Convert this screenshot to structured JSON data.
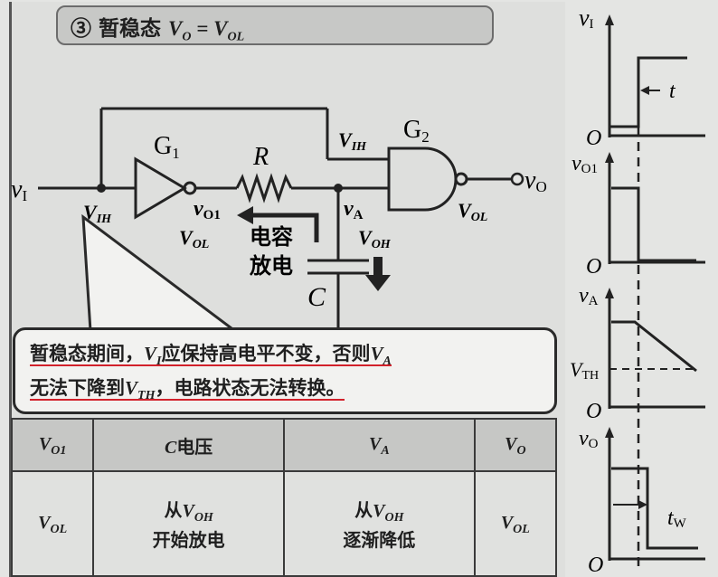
{
  "title": {
    "marker": "③",
    "text": "暂稳态 ",
    "eq": "V<sub>O</sub> = V<sub>OL</sub>"
  },
  "circuit": {
    "input_label": "v",
    "input_sub": "I",
    "node_label_vih": "V",
    "node_label_vih_sub": "IH",
    "gate1": "G",
    "gate1_sub": "1",
    "gate2": "G",
    "gate2_sub": "2",
    "resistor": "R",
    "capacitor": "C",
    "vo1_label": "v",
    "vo1_sub": "O1",
    "vol_label": "V",
    "vol_sub": "OL",
    "va_label": "v",
    "va_sub": "A",
    "voh_label": "V",
    "voh_sub": "OH",
    "vih_top": "V",
    "vih_top_sub": "IH",
    "output_label": "v",
    "output_sub": "O",
    "g2_vol": "V",
    "g2_vol_sub": "OL",
    "discharge_line1": "电容",
    "discharge_line2": "放电"
  },
  "callout": {
    "line1_a": "暂稳态期间，",
    "line1_sym": "V",
    "line1_sym_sub": "I",
    "line1_b": "应保持高电平不变，否则",
    "line1_sym2": "V",
    "line1_sym2_sub": "A",
    "line2_a": "无法下降到",
    "line2_sym": "V",
    "line2_sym_sub": "TH",
    "line2_b": "，电路状态无法转换。"
  },
  "table": {
    "headers": [
      {
        "sym": "V",
        "sub": "O1",
        "pre": ""
      },
      {
        "sym": "C",
        "sub": "",
        "pre": "",
        "post": "电压"
      },
      {
        "sym": "V",
        "sub": "A",
        "pre": ""
      },
      {
        "sym": "V",
        "sub": "O",
        "pre": ""
      }
    ],
    "row": [
      {
        "l1_sym": "V",
        "l1_sub": "OL"
      },
      {
        "l1_pre": "从",
        "l1_sym": "V",
        "l1_sub": "OH",
        "l2": "开始放电"
      },
      {
        "l1_pre": "从",
        "l1_sym": "V",
        "l1_sub": "OH",
        "l2": "逐渐降低"
      },
      {
        "l1_sym": "V",
        "l1_sub": "OL"
      }
    ]
  },
  "waveforms": {
    "vI": "v",
    "vI_sub": "I",
    "vO1": "v",
    "vO1_sub": "O1",
    "vA": "v",
    "vA_sub": "A",
    "vO": "v",
    "vO_sub": "O",
    "t": "t",
    "vth": "V",
    "vth_sub": "TH",
    "tw": "t",
    "tw_sub": "W",
    "zero": "O"
  },
  "colors": {
    "underline": "#d2212b",
    "ink": "#1f1f1f",
    "title_bg": "#c7c8c6"
  }
}
